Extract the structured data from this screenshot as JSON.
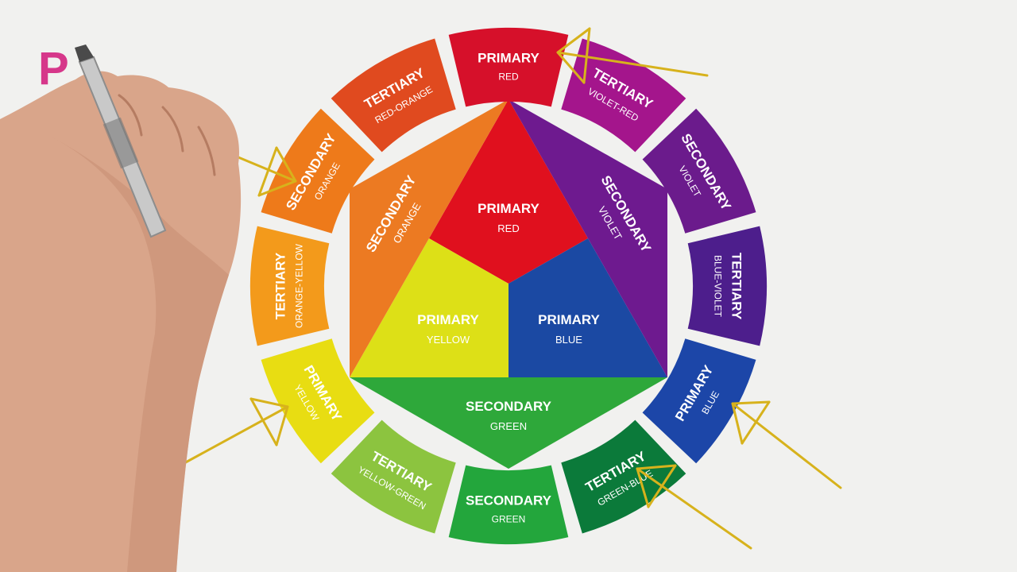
{
  "partial_title": "P",
  "outer_ring": [
    {
      "title": "PRIMARY",
      "sub": "RED",
      "color": "#d6102a"
    },
    {
      "title": "TERTIARY",
      "sub": "VIOLET-RED",
      "color": "#a4158c"
    },
    {
      "title": "SECONDARY",
      "sub": "VIOLET",
      "color": "#6b1b8c"
    },
    {
      "title": "TERTIARY",
      "sub": "BLUE-VIOLET",
      "color": "#4d1e8c"
    },
    {
      "title": "PRIMARY",
      "sub": "BLUE",
      "color": "#1c46a8"
    },
    {
      "title": "TERTIARY",
      "sub": "GREEN-BLUE",
      "color": "#0b7a3a"
    },
    {
      "title": "SECONDARY",
      "sub": "GREEN",
      "color": "#23a63c"
    },
    {
      "title": "TERTIARY",
      "sub": "YELLOW-GREEN",
      "color": "#8cc43f"
    },
    {
      "title": "PRIMARY",
      "sub": "YELLOW",
      "color": "#e8dd12"
    },
    {
      "title": "TERTIARY",
      "sub": "ORANGE-YELLOW",
      "color": "#f39a1b"
    },
    {
      "title": "SECONDARY",
      "sub": "ORANGE",
      "color": "#ee7a1a"
    },
    {
      "title": "TERTIARY",
      "sub": "RED-ORANGE",
      "color": "#e04a1f"
    }
  ],
  "inner": {
    "primary_red": {
      "title": "PRIMARY",
      "sub": "RED",
      "color": "#e0101e"
    },
    "primary_yellow": {
      "title": "PRIMARY",
      "sub": "YELLOW",
      "color": "#dde017"
    },
    "primary_blue": {
      "title": "PRIMARY",
      "sub": "BLUE",
      "color": "#1b49a3"
    },
    "secondary_orange": {
      "title": "SECONDARY",
      "sub": "ORANGE",
      "color": "#ec7a22"
    },
    "secondary_violet": {
      "title": "SECONDARY",
      "sub": "VIOLET",
      "color": "#6e1a8f"
    },
    "secondary_green": {
      "title": "SECONDARY",
      "sub": "GREEN",
      "color": "#2ea83a"
    }
  },
  "arrow_color": "#d7b21c"
}
